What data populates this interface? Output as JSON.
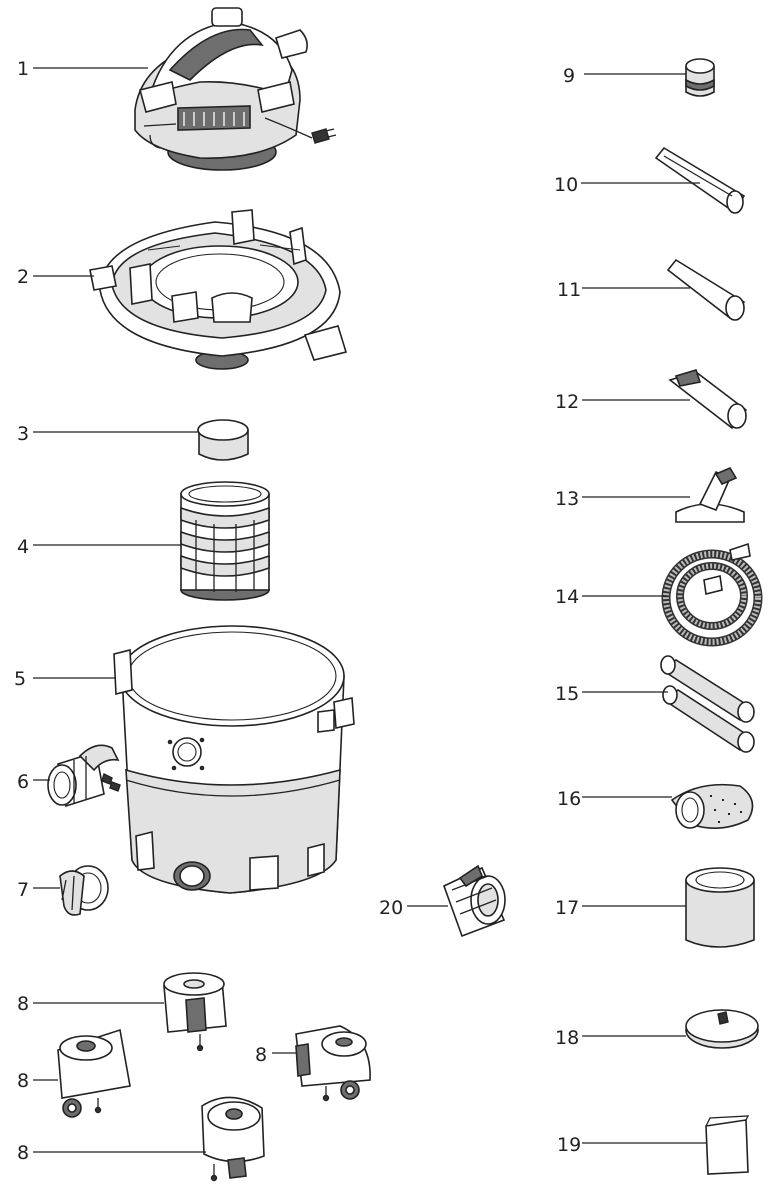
{
  "callouts": [
    {
      "id": "c1",
      "label": "1"
    },
    {
      "id": "c2",
      "label": "2"
    },
    {
      "id": "c3",
      "label": "3"
    },
    {
      "id": "c4",
      "label": "4"
    },
    {
      "id": "c5",
      "label": "5"
    },
    {
      "id": "c6",
      "label": "6"
    },
    {
      "id": "c7",
      "label": "7"
    },
    {
      "id": "c8a",
      "label": "8"
    },
    {
      "id": "c8b",
      "label": "8"
    },
    {
      "id": "c8c",
      "label": "8"
    },
    {
      "id": "c8d",
      "label": "8"
    },
    {
      "id": "c9",
      "label": "9"
    },
    {
      "id": "c10",
      "label": "10"
    },
    {
      "id": "c11",
      "label": "11"
    },
    {
      "id": "c12",
      "label": "12"
    },
    {
      "id": "c13",
      "label": "13"
    },
    {
      "id": "c14",
      "label": "14"
    },
    {
      "id": "c15",
      "label": "15"
    },
    {
      "id": "c16",
      "label": "16"
    },
    {
      "id": "c17",
      "label": "17"
    },
    {
      "id": "c18",
      "label": "18"
    },
    {
      "id": "c19",
      "label": "19"
    },
    {
      "id": "c20",
      "label": "20"
    }
  ]
}
